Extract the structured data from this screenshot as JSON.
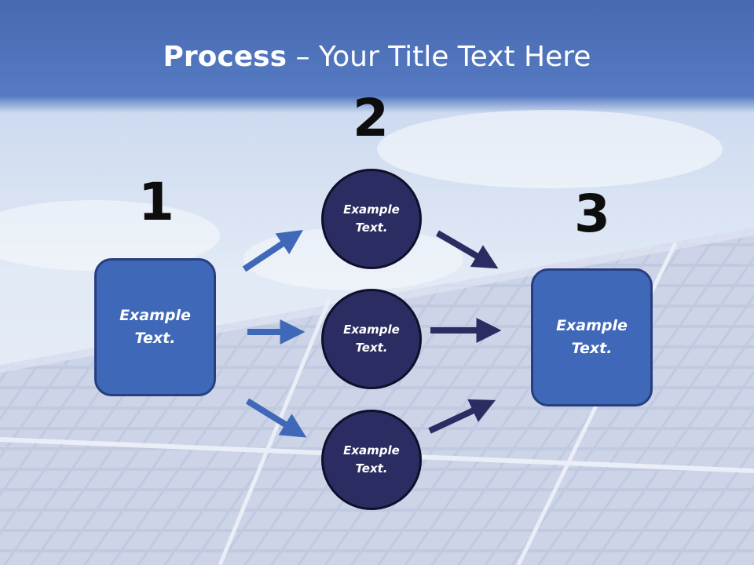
{
  "title": {
    "bold": "Process",
    "rest": " – Your Title Text Here"
  },
  "steps": [
    {
      "number": "1",
      "text_line1": "Example",
      "text_line2": "Text."
    },
    {
      "number": "2"
    },
    {
      "number": "3",
      "text_line1": "Example",
      "text_line2": "Text."
    }
  ],
  "circles": [
    {
      "text_line1": "Example",
      "text_line2": "Text."
    },
    {
      "text_line1": "Example",
      "text_line2": "Text."
    },
    {
      "text_line1": "Example",
      "text_line2": "Text."
    }
  ],
  "colors": {
    "header_blue": "#3a62b2",
    "box_fill": "#4068b8",
    "circle_fill": "#2b2d62",
    "arrow_left": "#4068b8",
    "arrow_right": "#2b2d62"
  }
}
